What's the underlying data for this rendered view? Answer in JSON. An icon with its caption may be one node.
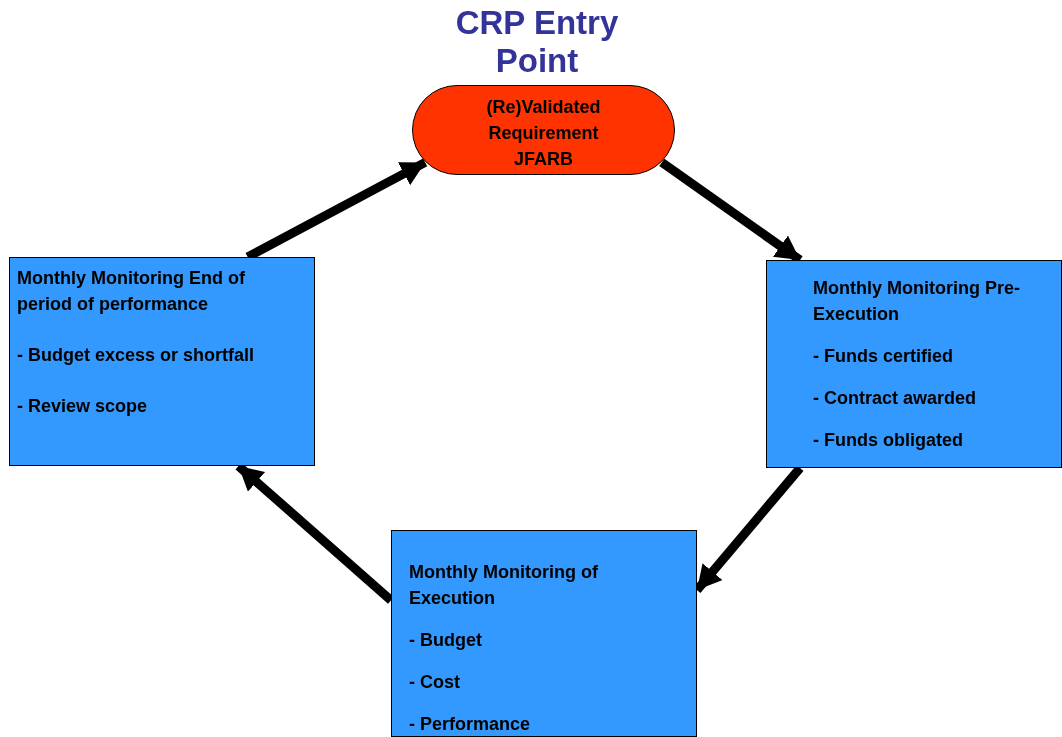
{
  "diagram": {
    "title": "CRP Entry Point",
    "nodes": [
      {
        "text": [
          "(Re)Validated Requirement JFARB"
        ]
      },
      {
        "text": [
          "Monthly Monitoring Pre-Execution",
          "- Funds certified",
          "- Contract awarded",
          "- Funds obligated"
        ]
      },
      {
        "text": [
          "Monthly Monitoring of Execution",
          "- Budget",
          "- Cost",
          "- Performance"
        ]
      },
      {
        "text": [
          "Monthly Monitoring End of period of performance",
          "- Budget excess or shortfall",
          "- Review scope"
        ]
      }
    ],
    "edges": [
      {
        "from": 0,
        "to": 1,
        "arrow": "to"
      },
      {
        "from": 1,
        "to": 2,
        "arrow": "to"
      },
      {
        "from": 2,
        "to": 3,
        "arrow": "to"
      },
      {
        "from": 3,
        "to": 0,
        "arrow": "to"
      }
    ]
  }
}
